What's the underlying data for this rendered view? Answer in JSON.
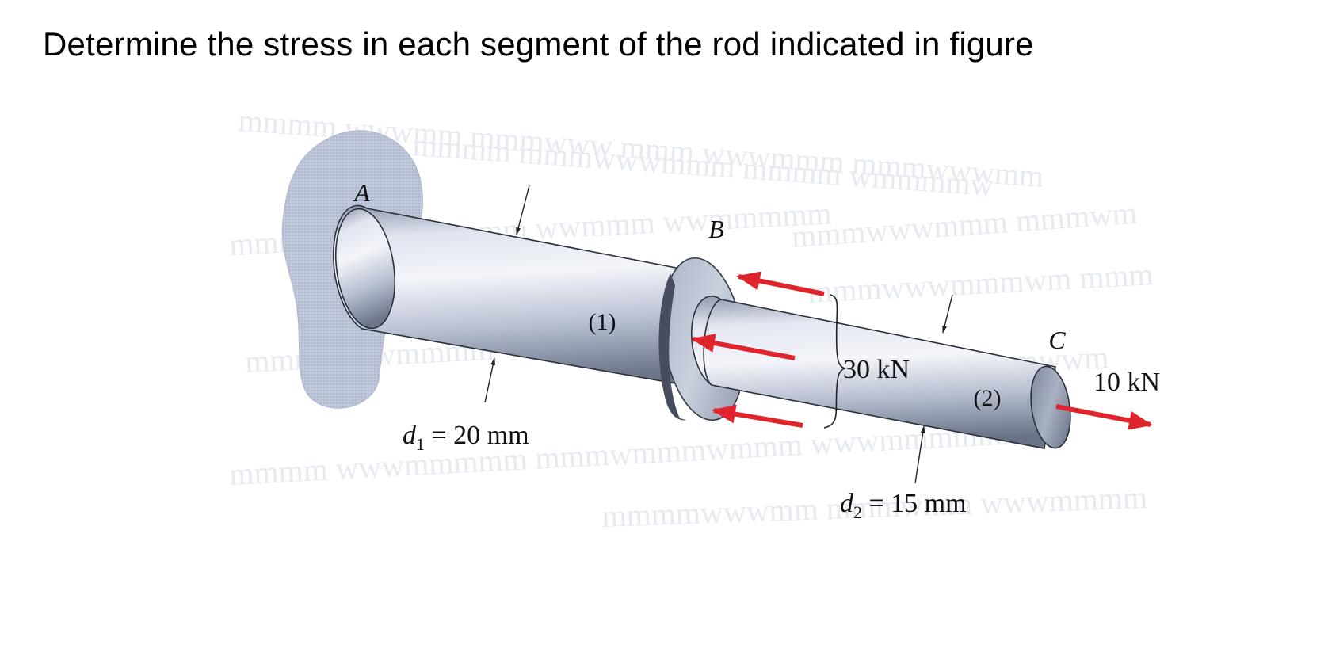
{
  "question": {
    "text": "Determine the stress in each segment of the rod indicated in figure"
  },
  "figure": {
    "point_a": "A",
    "point_b": "B",
    "point_c": "C",
    "segment_1": "(1)",
    "segment_2": "(2)",
    "load_b": "30 kN",
    "load_c": "10 kN",
    "diameter_1": {
      "symbol": "d",
      "subscript": "1",
      "value": " = 20 mm"
    },
    "diameter_2": {
      "symbol": "d",
      "subscript": "2",
      "value": " = 15 mm"
    }
  },
  "colors": {
    "rod": "#c7cfdf",
    "rod_shadow": "#5a6276",
    "rod_highlight": "#eef1f7",
    "wall": "#b9c2d6",
    "arrow": "#e0242c",
    "text": "#000000"
  }
}
